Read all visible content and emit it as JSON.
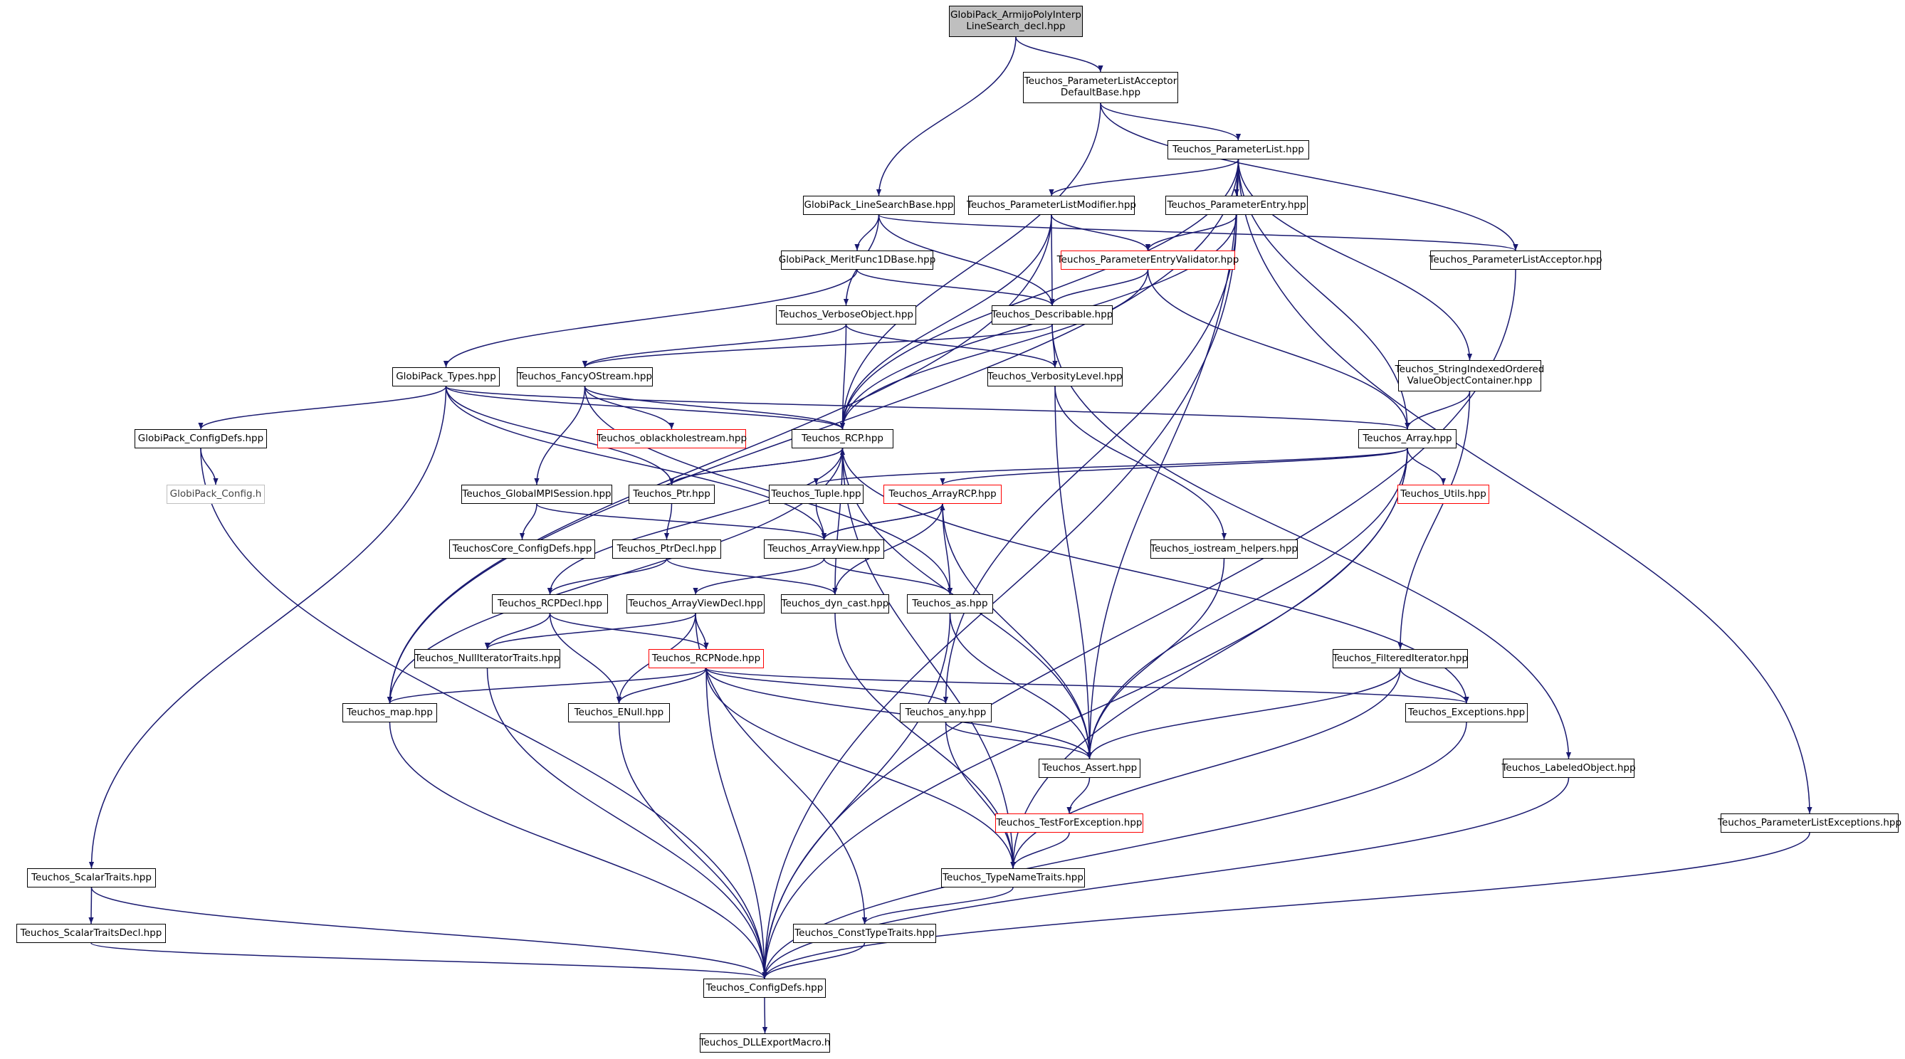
{
  "edge_color": "#191970",
  "colors": {
    "root_fill": "#bfbfbf",
    "border": "#000000",
    "red_border": "#ff0000",
    "grey_border": "#bfbfbf"
  },
  "nodes": {
    "root": "GlobiPack_ArmijoPolyInterp\nLineSearch_decl.hpp",
    "pla_default": "Teuchos_ParameterListAcceptor\nDefaultBase.hpp",
    "param_list": "Teuchos_ParameterList.hpp",
    "ls_base": "GlobiPack_LineSearchBase.hpp",
    "plm": "Teuchos_ParameterListModifier.hpp",
    "param_entry": "Teuchos_ParameterEntry.hpp",
    "pla": "Teuchos_ParameterListAcceptor.hpp",
    "merit": "GlobiPack_MeritFunc1DBase.hpp",
    "pev": "Teuchos_ParameterEntryValidator.hpp",
    "verbose": "Teuchos_VerboseObject.hpp",
    "describable": "Teuchos_Describable.hpp",
    "globi_types": "GlobiPack_Types.hpp",
    "fancy": "Teuchos_FancyOStream.hpp",
    "verbosity": "Teuchos_VerbosityLevel.hpp",
    "siovc": "Teuchos_StringIndexedOrdered\nValueObjectContainer.hpp",
    "globi_configdefs": "GlobiPack_ConfigDefs.hpp",
    "oblack": "Teuchos_oblackholestream.hpp",
    "rcp": "Teuchos_RCP.hpp",
    "array": "Teuchos_Array.hpp",
    "globi_config": "GlobiPack_Config.h",
    "gmpi": "Teuchos_GlobalMPISession.hpp",
    "ptr": "Teuchos_Ptr.hpp",
    "tuple": "Teuchos_Tuple.hpp",
    "arcp": "Teuchos_ArrayRCP.hpp",
    "utils": "Teuchos_Utils.hpp",
    "core_configdefs": "TeuchosCore_ConfigDefs.hpp",
    "ptrdecl": "Teuchos_PtrDecl.hpp",
    "arrayview": "Teuchos_ArrayView.hpp",
    "iostream": "Teuchos_iostream_helpers.hpp",
    "rcpdecl": "Teuchos_RCPDecl.hpp",
    "avdecl": "Teuchos_ArrayViewDecl.hpp",
    "dyncast": "Teuchos_dyn_cast.hpp",
    "as": "Teuchos_as.hpp",
    "nullit": "Teuchos_NullIteratorTraits.hpp",
    "rcpnode": "Teuchos_RCPNode.hpp",
    "filtered": "Teuchos_FilteredIterator.hpp",
    "map": "Teuchos_map.hpp",
    "enull": "Teuchos_ENull.hpp",
    "any": "Teuchos_any.hpp",
    "exceptions": "Teuchos_Exceptions.hpp",
    "assert": "Teuchos_Assert.hpp",
    "labeled": "Teuchos_LabeledObject.hpp",
    "tfe": "Teuchos_TestForException.hpp",
    "plexc": "Teuchos_ParameterListExceptions.hpp",
    "scalar": "Teuchos_ScalarTraits.hpp",
    "typename": "Teuchos_TypeNameTraits.hpp",
    "scalardecl": "Teuchos_ScalarTraitsDecl.hpp",
    "consttype": "Teuchos_ConstTypeTraits.hpp",
    "configdefs": "Teuchos_ConfigDefs.hpp",
    "dll": "Teuchos_DLLExportMacro.h"
  }
}
